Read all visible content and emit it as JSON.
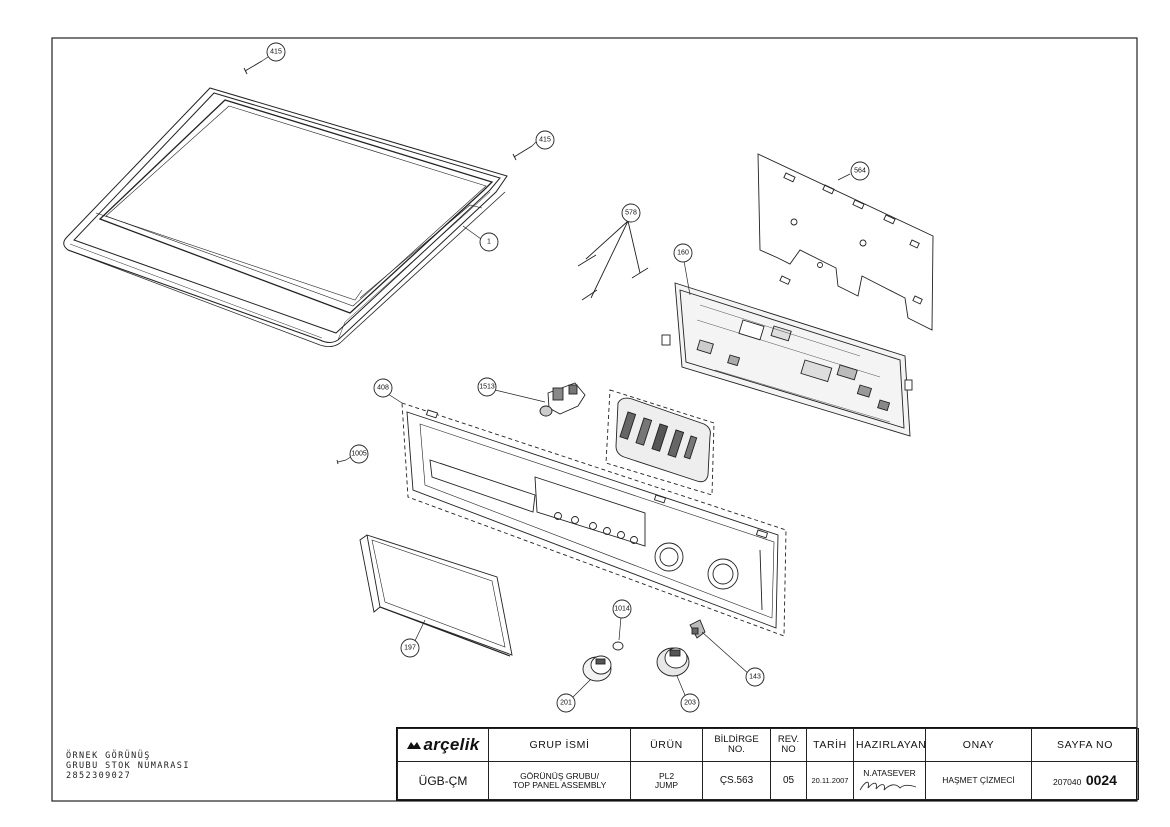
{
  "callouts": {
    "c415a": "415",
    "c415b": "415",
    "c1": "1",
    "c564": "564",
    "c578": "578",
    "c160": "160",
    "c408": "408",
    "c1513": "1513",
    "c1005": "1005",
    "c197": "197",
    "c1014": "1014",
    "c143": "143",
    "c201": "201",
    "c203": "203"
  },
  "side_note": {
    "line1": "ÖRNEK GÖRÜNÜŞ",
    "line2": "GRUBU STOK NUMARASI",
    "line3": "2852309027"
  },
  "title_block": {
    "brand": "arçelik",
    "headers": {
      "group_name": "GRUP İSMİ",
      "product": "ÜRÜN",
      "notice_no": "BİLDİRGE NO.",
      "rev_no": "REV. NO",
      "date": "TARİH",
      "prepared_by": "HAZIRLAYAN",
      "approval": "ONAY",
      "page_no": "SAYFA NO"
    },
    "values": {
      "group_code": "ÜGB-ÇM",
      "group_name_line1": "GÖRÜNÜŞ GRUBU/",
      "group_name_line2": "TOP PANEL ASSEMBLY",
      "product_line1": "PL2",
      "product_line2": "JUMP",
      "notice_no": "ÇS.563",
      "rev_no": "05",
      "date": "20.11.2007",
      "prepared_by": "N.ATASEVER",
      "approval": "HAŞMET ÇİZMECİ",
      "page_prefix": "207040",
      "page_number": "0024"
    }
  }
}
